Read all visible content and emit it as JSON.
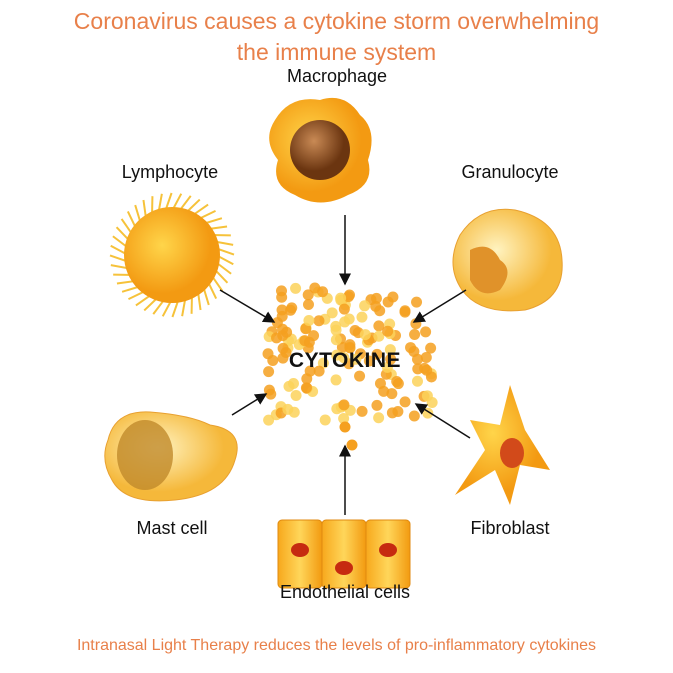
{
  "title": {
    "line1": "Coronavirus causes a cytokine storm overwhelming",
    "line2": "the immune system"
  },
  "center_label": "CYTOKINE",
  "cells": {
    "macrophage": "Macrophage",
    "lymphocyte": "Lymphocyte",
    "granulocyte": "Granulocyte",
    "mast_cell": "Mast cell",
    "fibroblast": "Fibroblast",
    "endothelial": "Endothelial cells"
  },
  "footer": "Intranasal Light Therapy reduces the levels of pro-inflammatory cytokines",
  "colors": {
    "title": "#e8804a",
    "cell_orange": "#f5a623",
    "cell_yellow": "#fcd25a",
    "nucleus": "#8a4a1c"
  }
}
